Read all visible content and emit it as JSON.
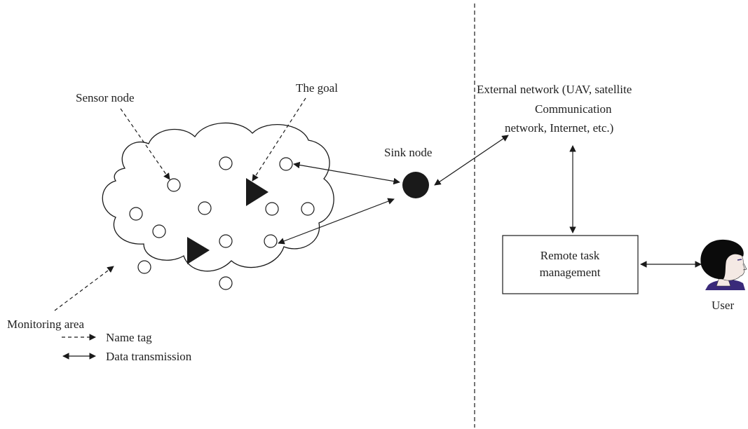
{
  "labels": {
    "sensor_node": "Sensor node",
    "the_goal": "The goal",
    "sink_node": "Sink node",
    "external_network_line1": "External network (UAV, satellite",
    "external_network_line2": "Communication",
    "external_network_line3": "network, Internet, etc.)",
    "remote_task_line1": "Remote task",
    "remote_task_line2": "management",
    "user": "User",
    "monitoring_area": "Monitoring area"
  },
  "legend": {
    "name_tag": "Name tag",
    "data_transmission": "Data transmission"
  },
  "colors": {
    "ink": "#1a1a1a",
    "user_hair": "#0b0b0b",
    "user_skin": "#f4e9e4",
    "user_shirt": "#3a2a7a"
  },
  "icons": {
    "sensor": "circle-icon",
    "target": "triangle-icon",
    "sink": "filled-circle-icon",
    "user": "user-avatar-icon"
  }
}
